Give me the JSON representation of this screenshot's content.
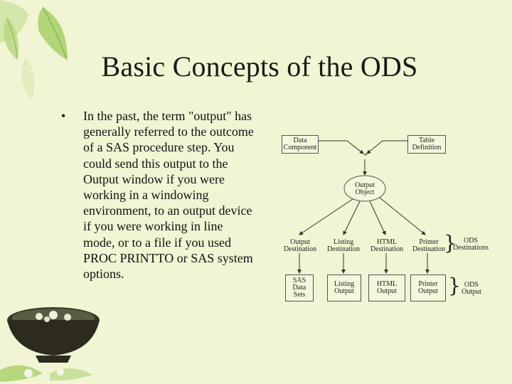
{
  "slide": {
    "title": "Basic Concepts of the ODS",
    "bullet_symbol": "•",
    "bullet_text": "In the past, the term \"output\" has generally referred to the outcome of a SAS procedure step. You could send this output to the Output window if you were working in a windowing environment, to an output device if you were working in line mode, or to a file if you used PROC PRINTTO or SAS system options."
  },
  "diagram": {
    "data_component": [
      "Data",
      "Component"
    ],
    "table_definition": [
      "Table",
      "Definition"
    ],
    "combine_symbol": "+",
    "output_object": [
      "Output",
      "Object"
    ],
    "destinations": [
      [
        "Output",
        "Destination"
      ],
      [
        "Listing",
        "Destination"
      ],
      [
        "HTML",
        "Destination"
      ],
      [
        "Printer",
        "Destination"
      ]
    ],
    "outputs": [
      [
        "SAS",
        "Data",
        "Sets"
      ],
      [
        "Listing",
        "Output"
      ],
      [
        "HTML",
        "Output"
      ],
      [
        "Printer",
        "Output"
      ]
    ],
    "ods_destinations_label": [
      "ODS",
      "Destinations"
    ],
    "ods_output_label": [
      "ODS",
      "Output"
    ],
    "brace_symbol": "}"
  },
  "colors": {
    "background": "#f1f5d3",
    "leaf_green": "#9cc75a",
    "bowl_dark": "#2d2a1e"
  }
}
